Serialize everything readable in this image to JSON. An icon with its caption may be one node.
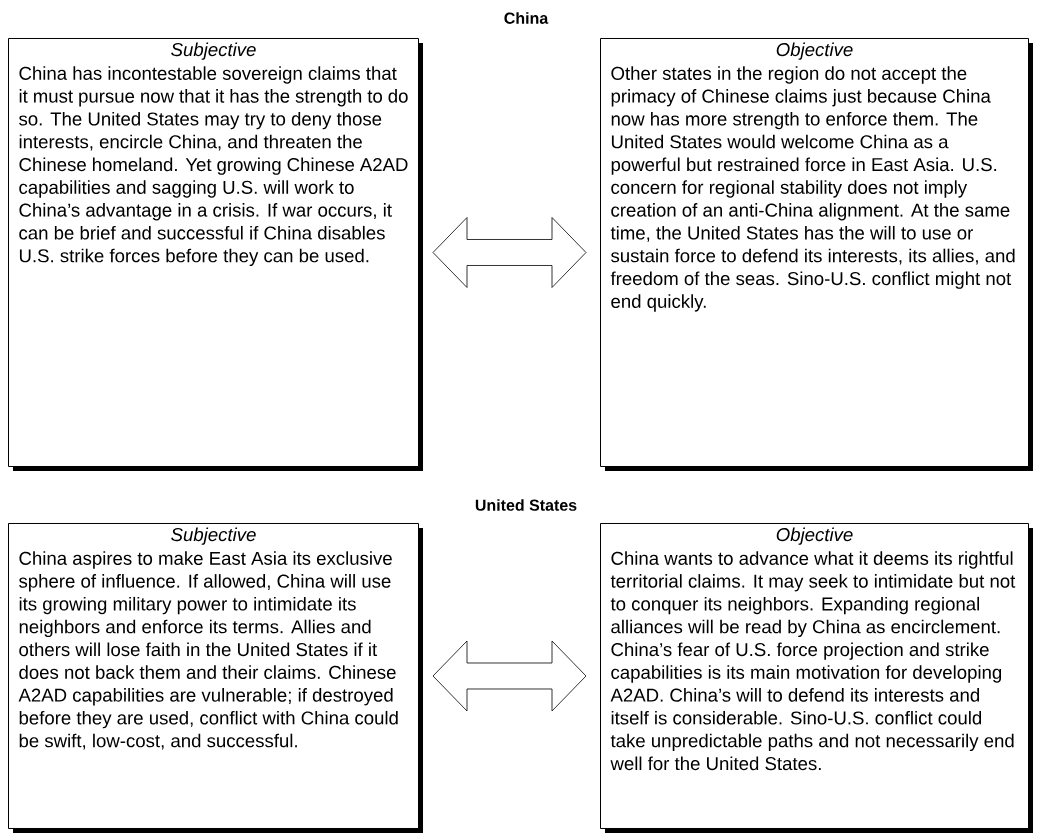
{
  "diagram": {
    "nodes": [
      {
        "text": [
          "Subjective",
          "China has incontestable sovereign claims that it must pursue now that it has the strength to do so. The United States may try to deny those interests, encircle China, and threaten the Chinese homeland. Yet growing Chinese A2AD capabilities and sagging U.S. will work to China’s advantage in a crisis. If war occurs, it can be brief and successful if China disables U.S. strike forces before they can be used."
        ]
      },
      {
        "text": [
          "Objective",
          "Other states in the region do not accept the primacy of Chinese claims just because China now has more strength to enforce them. The United States would welcome China as a powerful but restrained force in East Asia. U.S. concern for regional stability does not imply creation of an anti-China alignment. At the same time, the United States has the will to use or sustain force to defend its interests, its allies, and freedom of the seas. Sino-U.S. conflict might not end quickly."
        ]
      },
      {
        "text": [
          "Subjective",
          "China aspires to make East Asia its exclusive sphere of influence. If allowed, China will use its growing military power to intimidate its neighbors and enforce its terms. Allies and others will lose faith in the United States if it does not back them and their claims. Chinese A2AD capabilities are vulnerable; if destroyed before they are used, conflict with China could be swift, low-cost, and successful."
        ]
      },
      {
        "text": [
          "Objective",
          "China wants to advance what it deems its rightful territorial claims. It may seek to intimidate but not to conquer its neighbors. Expanding regional alliances will be read by China as encirclement. China’s fear of U.S. force projection and strike capabilities is its main motivation for developing A2AD. China’s will to defend its interests and itself is considerable. Sino-U.S. conflict could take unpredictable paths and not necessarily end well for the United States."
        ]
      }
    ],
    "edges": [
      {
        "from": 0,
        "to": 1,
        "arrow": "both"
      },
      {
        "from": 2,
        "to": 3,
        "arrow": "both"
      }
    ],
    "labels": [
      "China",
      "United States"
    ]
  }
}
